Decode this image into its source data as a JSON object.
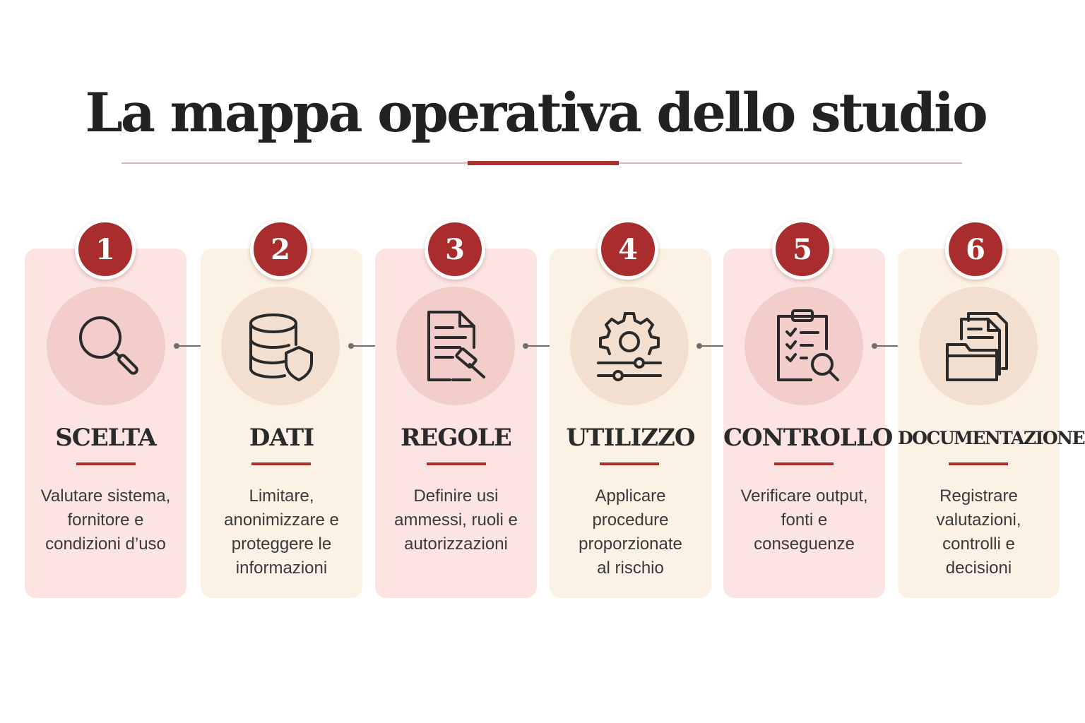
{
  "title": "La mappa operativa dello studio",
  "colors": {
    "accent": "#a8302f",
    "card_pink": "#fbe4e2",
    "card_cream": "#fbf1e4"
  },
  "steps": [
    {
      "number": "1",
      "label": "SCELTA",
      "desc_lines": [
        "Valutare sistema,",
        "fornitore e",
        "condizioni d’uso"
      ],
      "icon": "magnifier-icon"
    },
    {
      "number": "2",
      "label": "DATI",
      "desc_lines": [
        "Limitare,",
        "anonimizzare e",
        "proteggere le",
        "informazioni"
      ],
      "icon": "database-shield-icon"
    },
    {
      "number": "3",
      "label": "REGOLE",
      "desc_lines": [
        "Definire usi",
        "ammessi, ruoli e",
        "autorizzazioni"
      ],
      "icon": "document-gavel-icon"
    },
    {
      "number": "4",
      "label": "UTILIZZO",
      "desc_lines": [
        "Applicare",
        "procedure",
        "proporzionate",
        "al rischio"
      ],
      "icon": "gear-sliders-icon"
    },
    {
      "number": "5",
      "label": "CONTROLLO",
      "desc_lines": [
        "Verificare output,",
        "fonti e",
        "conseguenze"
      ],
      "icon": "clipboard-check-icon"
    },
    {
      "number": "6",
      "label": "DOCUMENTAZIONE",
      "desc_lines": [
        "Registrare",
        "valutazioni,",
        "controlli e",
        "decisioni"
      ],
      "icon": "documents-folder-icon"
    }
  ]
}
